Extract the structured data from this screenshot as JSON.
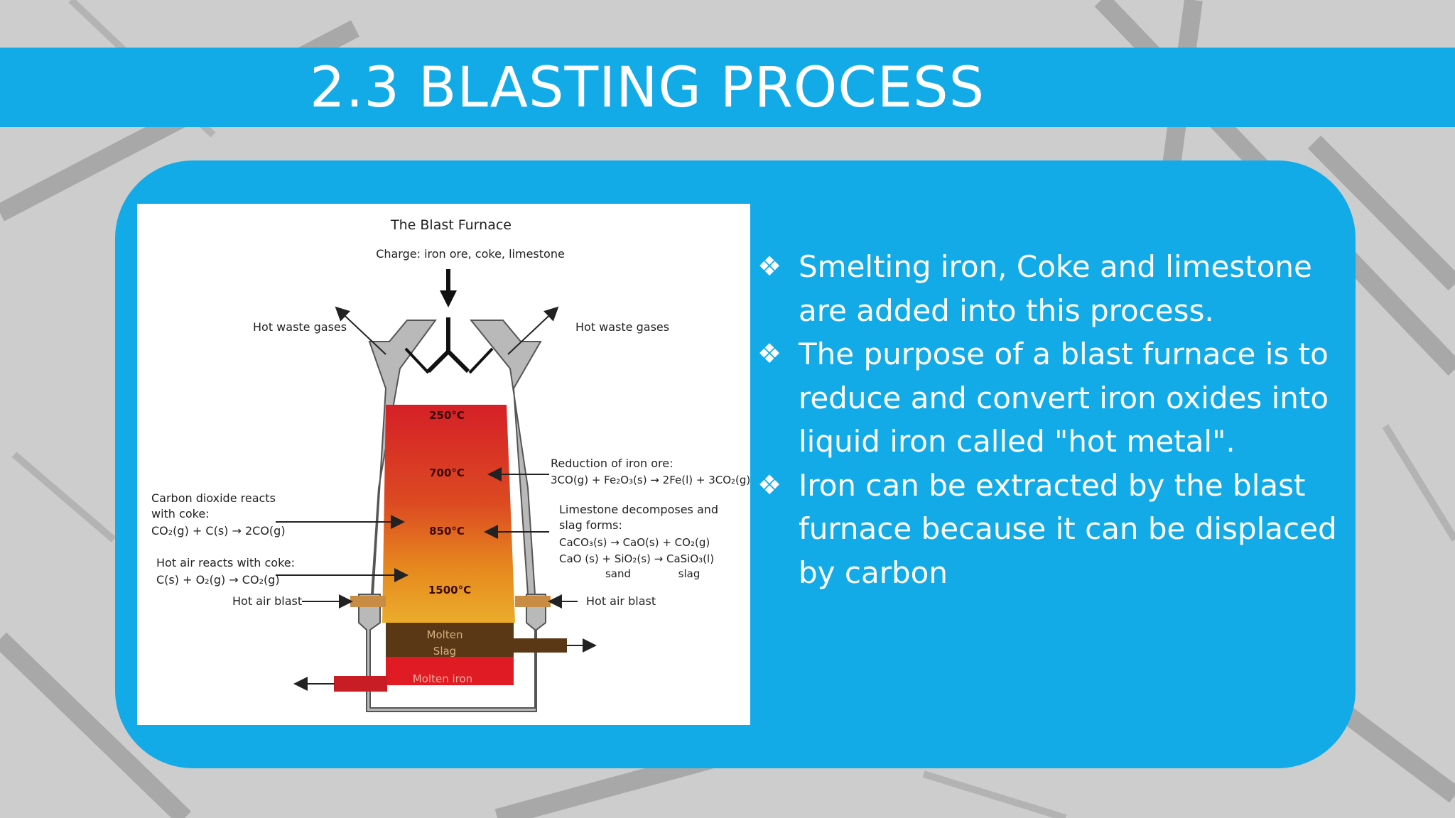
{
  "slide": {
    "title": "2.3 BLASTING PROCESS",
    "bullets": [
      "Smelting iron, Coke and limestone are added into this process.",
      "The purpose of a blast furnace is to reduce and convert iron oxides into liquid iron called \"hot metal\".",
      "Iron can be extracted by the blast furnace because it can be displaced by carbon"
    ],
    "bullet_icon": "four-diamond-bullet-icon"
  },
  "diagram": {
    "title": "The Blast Furnace",
    "charge": "Charge: iron ore, coke, limestone",
    "hot_waste_gases_left": "Hot waste gases",
    "hot_waste_gases_right": "Hot waste gases",
    "temps": [
      "250°C",
      "700°C",
      "850°C",
      "1500°C"
    ],
    "molten_slag_1": "Molten",
    "molten_slag_2": "Slag",
    "molten_iron": "Molten iron",
    "hot_air_blast_left": "Hot air blast",
    "hot_air_blast_right": "Hot air blast",
    "co2_reacts_1": "Carbon dioxide reacts",
    "co2_reacts_2": "with coke:",
    "co2_reacts_eq": "CO₂(g) + C(s) → 2CO(g)",
    "hot_air_reacts_1": "Hot air reacts with coke:",
    "hot_air_reacts_eq": "C(s) + O₂(g) → CO₂(g)",
    "reduction_1": "Reduction of iron ore:",
    "reduction_eq": "3CO(g) + Fe₂O₃(s) → 2Fe(l) + 3CO₂(g)",
    "limestone_1": "Limestone decomposes and",
    "limestone_2": "slag forms:",
    "limestone_eq1": "CaCO₃(s) → CaO(s) + CO₂(g)",
    "limestone_eq2": "CaO (s) + SiO₂(s) → CaSiO₃(l)",
    "sand": "sand",
    "slag": "slag"
  },
  "colors": {
    "accent_blue": "#12abe8",
    "furnace_red": "#d6232a",
    "furnace_orange": "#e8951f",
    "slag_brown": "#5a3816",
    "iron_red": "#e01b24"
  }
}
